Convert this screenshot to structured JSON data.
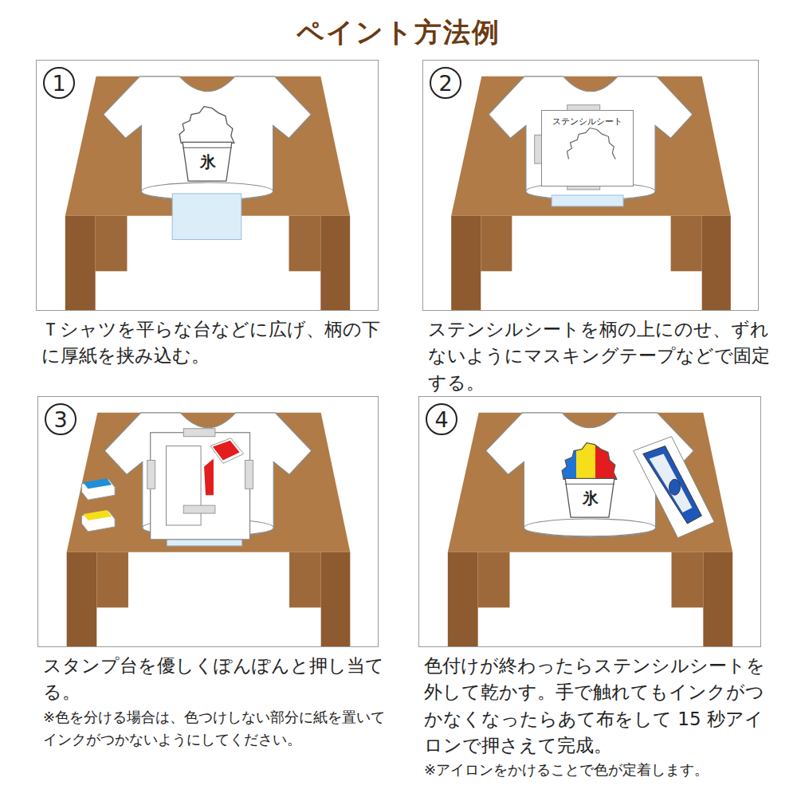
{
  "diagram": {
    "title": "ペイント方法例",
    "nodes": [
      {
        "text": [
          "Ｔシャツを平らな台などに広げ、柄の下に厚紙を挟み込む。"
        ]
      },
      {
        "text": [
          "1"
        ],
        "in": 0
      },
      {
        "text": [
          "ステンシルシートを柄の上にのせ、ずれないようにマスキングテープなどで固定する。"
        ]
      },
      {
        "text": [
          "2"
        ],
        "in": 2
      },
      {
        "text": [
          "ステンシルシート"
        ],
        "in": 2
      },
      {
        "text": [
          "スタンプ台を優しくぽんぽんと押し当てる。",
          "※色を分ける場合は、色つけしない部分に紙を置いてインクがつかないようにしてください。"
        ]
      },
      {
        "text": [
          "3"
        ],
        "in": 5
      },
      {
        "text": [
          "色付けが終わったらステンシルシートを外して乾かす。手で触れてもインクがつかなくなったらあて布をして 15 秒アイロンで押さえて完成。",
          "※アイロンをかけることで色が定着します。"
        ]
      },
      {
        "text": [
          "4"
        ],
        "in": 7
      }
    ],
    "labels": [
      "氷",
      "氷"
    ]
  }
}
